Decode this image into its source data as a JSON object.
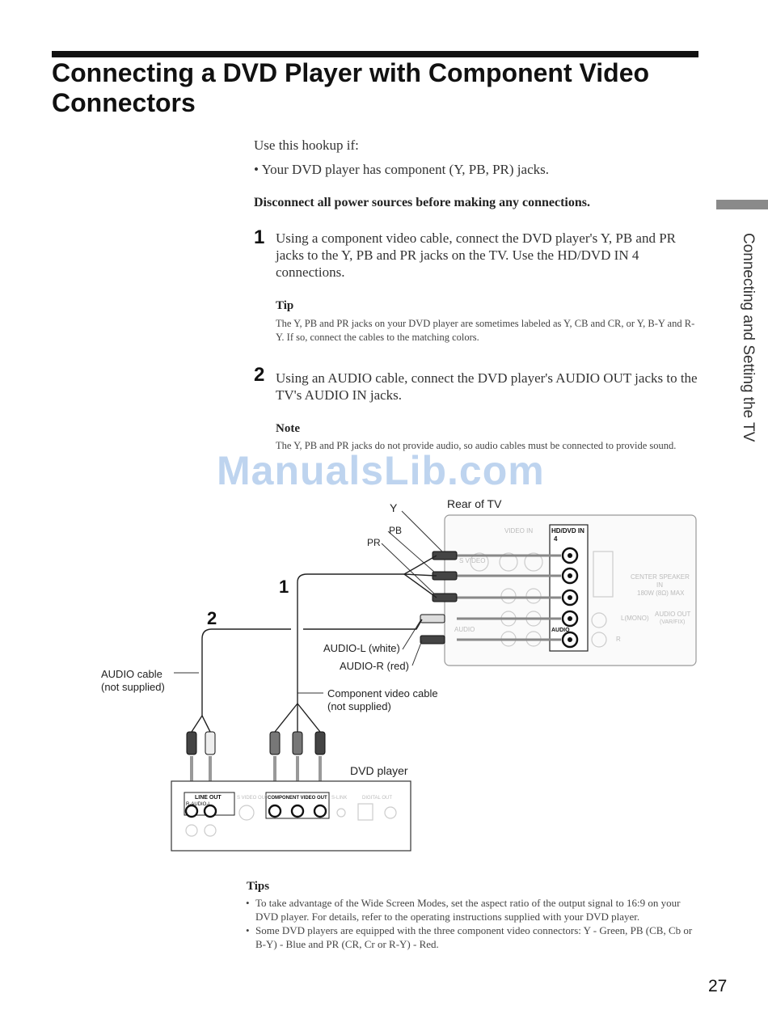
{
  "header": {
    "title": "Connecting a DVD Player with Component Video Connectors",
    "side_tab_label": "Connecting and Setting the TV"
  },
  "body": {
    "intro": "Use this hookup if:",
    "bullet": "• Your DVD player has component (Y, PB, PR) jacks.",
    "warning": "Disconnect all power sources before making any connections."
  },
  "steps": [
    {
      "number": "1",
      "text": "Using a component video cable, connect the DVD player's Y, PB and PR jacks to the Y, PB and PR jacks on the TV. Use the HD/DVD IN 4 connections.",
      "note_heading": "Tip",
      "note_text": "The Y, PB and PR jacks on your DVD player are sometimes labeled as Y, CB and CR, or Y, B-Y and R-Y. If so, connect the cables to the matching colors."
    },
    {
      "number": "2",
      "text": "Using an AUDIO cable, connect the DVD player's AUDIO OUT jacks to the TV's AUDIO IN jacks.",
      "note_heading": "Note",
      "note_text": "The Y, PB and PR jacks do not provide audio, so audio cables must be connected to provide sound."
    }
  ],
  "watermark": "ManualsLib.com",
  "diagram": {
    "label_y": "Y",
    "label_pb": "PB",
    "label_pr": "PR",
    "label_rear_tv": "Rear of TV",
    "step1_marker": "1",
    "step2_marker": "2",
    "label_audio_l": "AUDIO-L (white)",
    "label_audio_r": "AUDIO-R (red)",
    "label_audio_cable": "AUDIO cable",
    "label_audio_cable_sub": "(not supplied)",
    "label_component_cable": "Component video cable",
    "label_component_cable_sub": "(not supplied)",
    "label_dvd_player": "DVD player",
    "tv_video_in": "VIDEO IN",
    "tv_hd_dvd_in": "HD/DVD IN",
    "tv_hd_dvd_in_num": "4",
    "tv_svideo": "S VIDEO",
    "tv_audio": "AUDIO",
    "tv_center_speaker": "CENTER SPEAKER",
    "tv_center_speaker_in": "IN",
    "tv_center_speaker_max": "180W (8Ω) MAX",
    "tv_audio_out": "AUDIO OUT",
    "tv_var_fix": "(VAR/FIX)",
    "tv_l_mono": "L(MONO)",
    "tv_r": "R",
    "dvd_line_out": "LINE OUT",
    "dvd_r_audio_l": "R-AUDIO-L",
    "dvd_component_video_out": "COMPONENT VIDEO OUT",
    "dvd_svideo_out": "S VIDEO OUT",
    "dvd_slink": "S-LINK",
    "dvd_digital_out": "DIGITAL OUT"
  },
  "tips": {
    "heading": "Tips",
    "items": [
      "To take advantage of the Wide Screen Modes, set the aspect ratio of the output signal to 16:9 on your DVD player. For details, refer to the operating instructions supplied with your DVD player.",
      "Some DVD players are equipped with the three component video connectors: Y - Green, PB (CB, Cb or B-Y) - Blue and PR (CR, Cr or R-Y) - Red."
    ]
  },
  "page_number": "27"
}
